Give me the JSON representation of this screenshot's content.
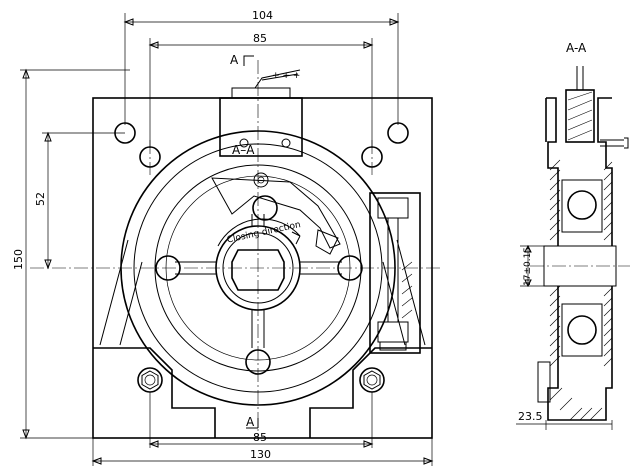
{
  "dimensions": {
    "top_overall": "104",
    "top_holes": "85",
    "bottom_holes": "85",
    "bottom_overall": "130",
    "height_overall": "150",
    "height_52": "52",
    "shaft_dia": "17±0.15",
    "side_width": "23.5"
  },
  "labels": {
    "section_top": "A",
    "section_bottom": "A",
    "section_mid": "A–A",
    "section_view_title": "A-A",
    "closing_direction": "Closing direction"
  }
}
